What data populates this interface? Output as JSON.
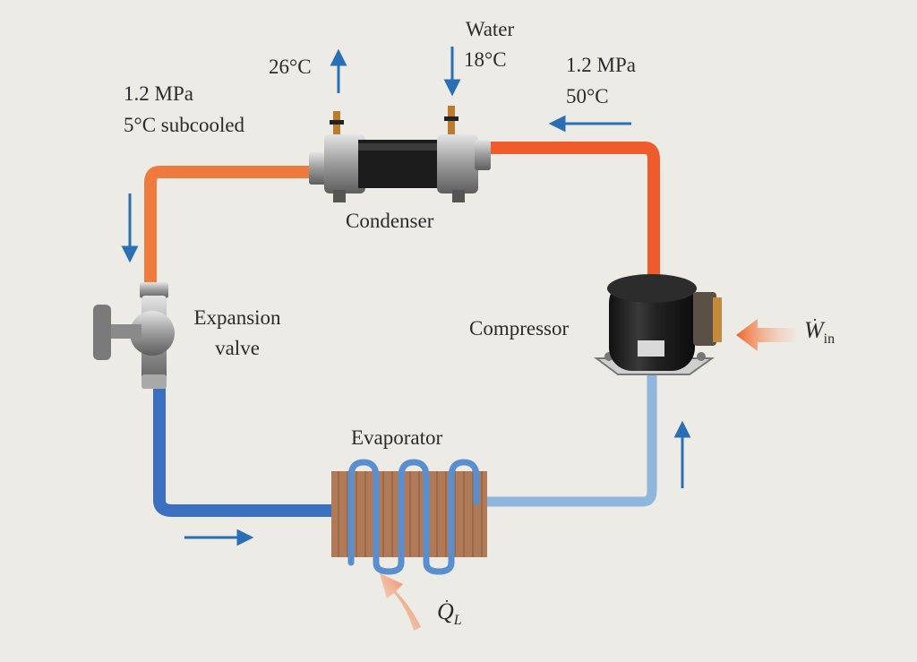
{
  "labels": {
    "water_top": "Water",
    "water_temp": "18°C",
    "water_out_temp": "26°C",
    "inlet_pressure": "1.2 MPa",
    "inlet_temp": "50°C",
    "outlet_pressure": "1.2 MPa",
    "outlet_state": "5°C subcooled",
    "condenser": "Condenser",
    "expansion_line1": "Expansion",
    "expansion_line2": "valve",
    "compressor": "Compressor",
    "evaporator": "Evaporator",
    "work_symbol": "W",
    "work_subscript": "in",
    "heat_symbol": "Q",
    "heat_subscript": "L"
  },
  "colors": {
    "hot_pipe": "#ef5b2a",
    "cold_pipe": "#3b6fc0",
    "cold_pipe_light": "#8fb6dc",
    "arrow_blue": "#2a6fb6",
    "arrow_orange": "#f0642a",
    "background": "#ecebe6"
  }
}
